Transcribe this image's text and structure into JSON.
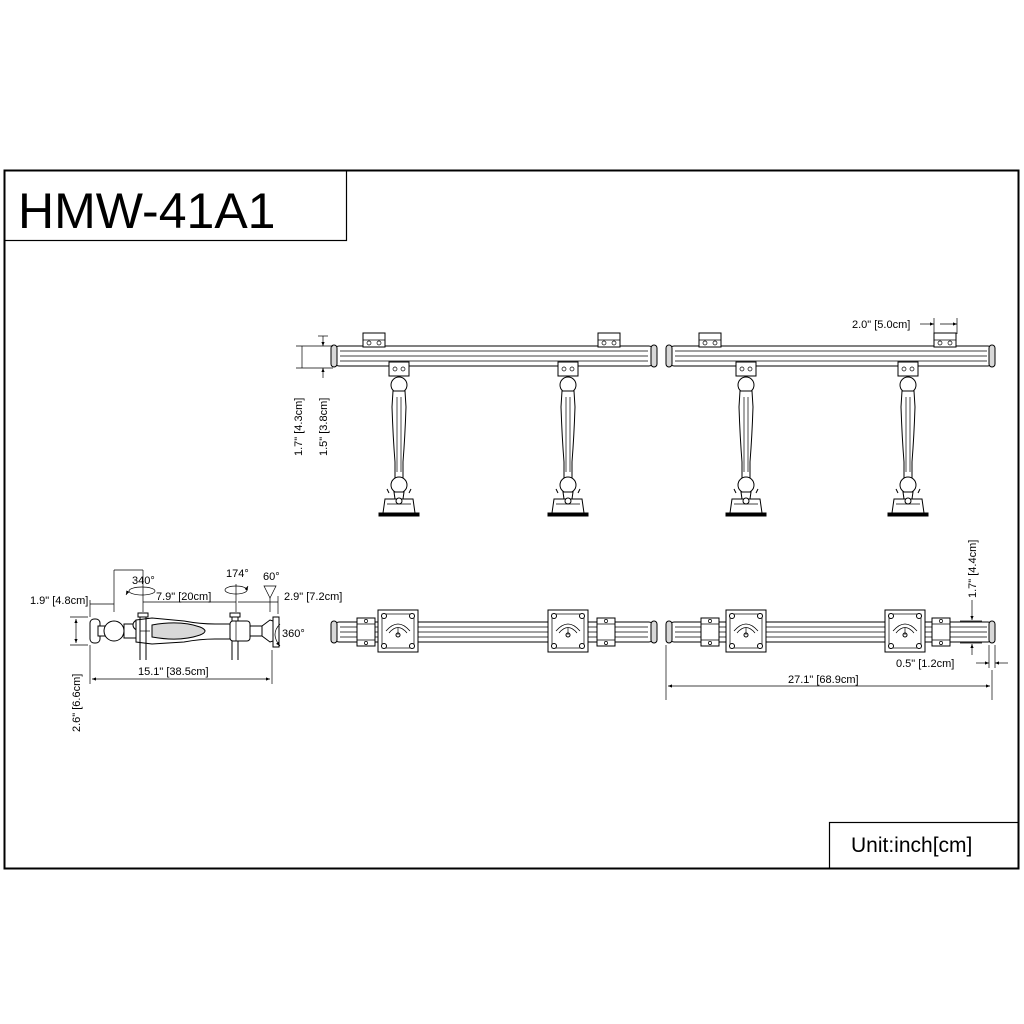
{
  "title": "HMW-41A1",
  "unit_label": "Unit:inch[cm]",
  "dimensions": {
    "bar_height_outer": "1.7\" [4.3cm]",
    "bar_height_inner": "1.5\" [3.8cm]",
    "bracket_width": "2.0\" [5.0cm]",
    "offset_left": "1.9\" [4.8cm]",
    "rotation_arm": "340°",
    "rotation_head": "174°",
    "tilt_angle": "60°",
    "rotation_plate": "360°",
    "arm_length": "7.9\" [20cm]",
    "head_depth": "2.9\" [7.2cm]",
    "total_arm_length": "15.1\" [38.5cm]",
    "mount_height": "2.6\" [6.6cm]",
    "top_bar_depth": "1.7\" [4.4cm]",
    "end_cap": "0.5\" [1.2cm]",
    "total_bar_length": "27.1\" [68.9cm]"
  }
}
